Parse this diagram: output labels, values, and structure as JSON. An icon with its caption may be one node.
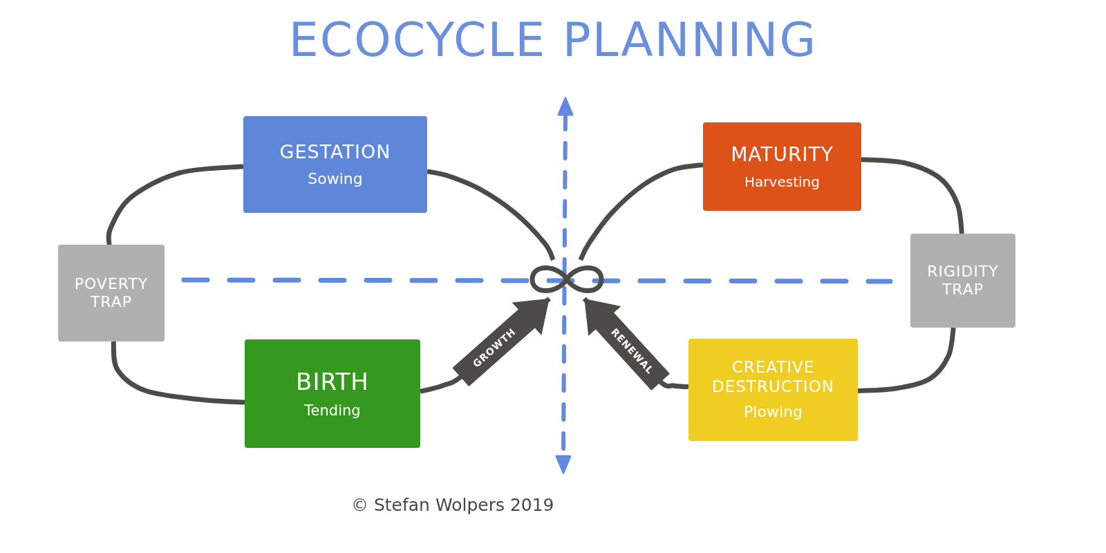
{
  "diagram": {
    "title": "ECOCYCLE PLANNING",
    "nodes": [
      {
        "text": [
          "GESTATION",
          "Sowing"
        ]
      },
      {
        "text": [
          "MATURITY",
          "Harvesting"
        ]
      },
      {
        "text": [
          "POVERTY TRAP"
        ]
      },
      {
        "text": [],
        "shape": "loop"
      },
      {
        "text": [
          "RIGIDITY TRAP"
        ]
      },
      {
        "text": [
          "BIRTH",
          "Tending"
        ]
      },
      {
        "text": [
          "CREATIVE DESTRUCTION",
          "Plowing"
        ]
      }
    ],
    "edges": [
      {
        "from": 5,
        "to": 3,
        "arrow": "to",
        "label": "GROWTH"
      },
      {
        "from": 3,
        "to": 1,
        "arrow": "none"
      },
      {
        "from": 1,
        "to": 4,
        "arrow": "none"
      },
      {
        "from": 4,
        "to": 6,
        "arrow": "none"
      },
      {
        "from": 6,
        "to": 3,
        "arrow": "to",
        "label": "RENEWAL"
      },
      {
        "from": 3,
        "to": 0,
        "arrow": "none"
      },
      {
        "from": 0,
        "to": 2,
        "arrow": "none"
      },
      {
        "from": 2,
        "to": 5,
        "arrow": "none"
      }
    ],
    "labels": [
      "© Stefan Wolpers 2019"
    ]
  }
}
